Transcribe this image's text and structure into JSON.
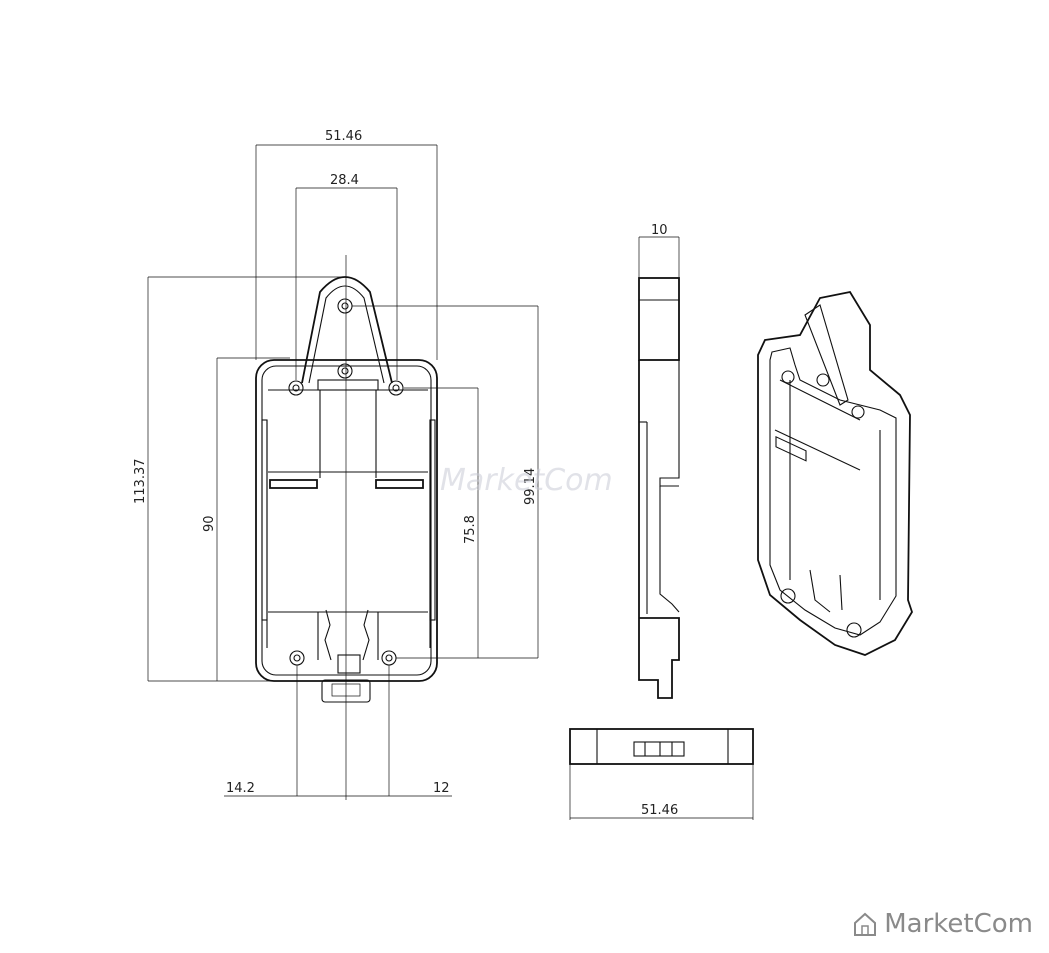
{
  "dimensions": {
    "front_width": "51.46",
    "hanger_width": "28.4",
    "overall_height": "113.37",
    "mount_height": "90",
    "hole_spacing": "75.8",
    "top_height": "99.14",
    "bottom_left_offset": "14.2",
    "bottom_right_offset": "12",
    "side_depth": "10",
    "bottom_width": "51.46"
  },
  "watermark": {
    "center_text": "MarketCom",
    "brand_text": "MarketCom",
    "brand_icon": "house-icon"
  },
  "colors": {
    "line": "#111111",
    "watermark": "#8a8a8a"
  }
}
